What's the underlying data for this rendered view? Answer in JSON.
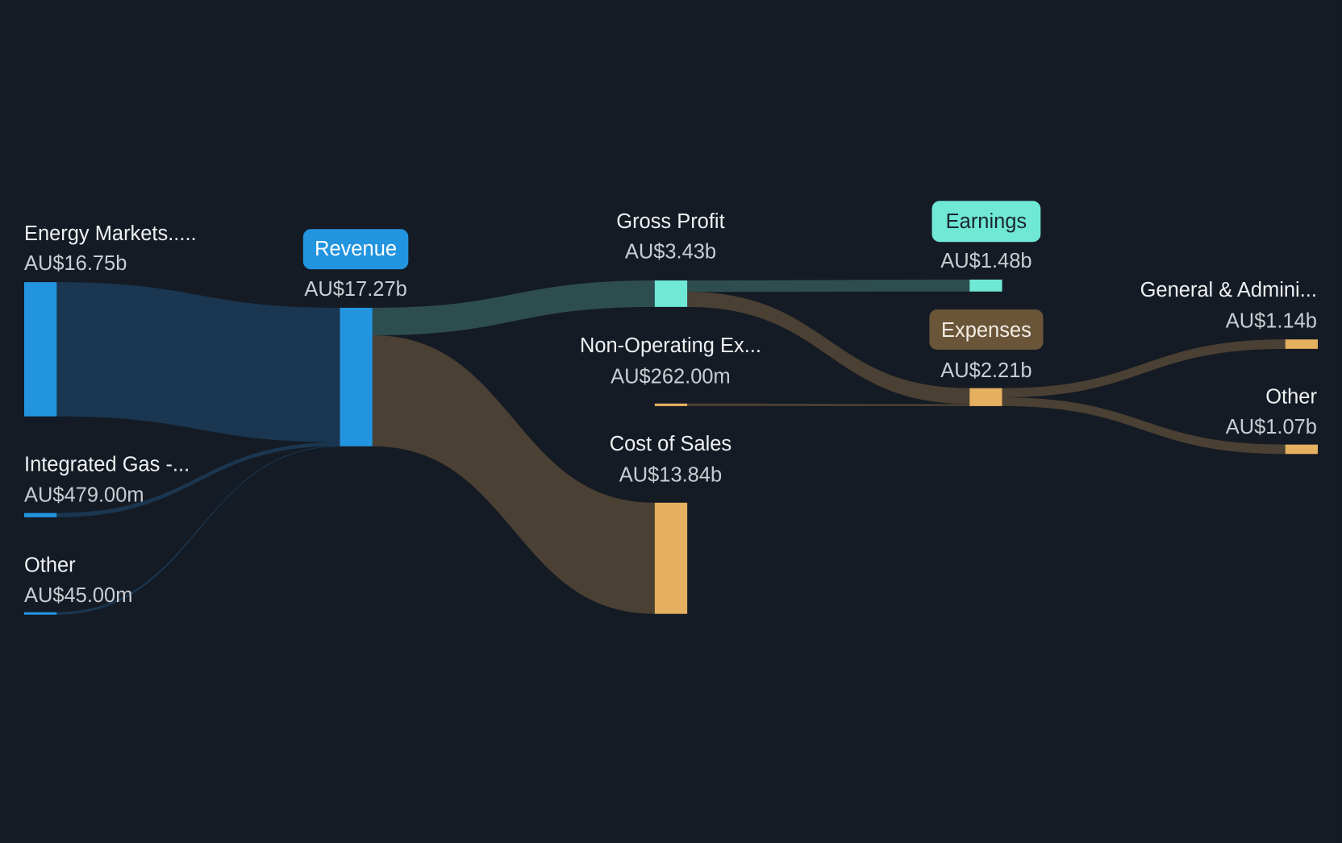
{
  "chart_data": {
    "type": "sankey",
    "currency": "AU$",
    "colors": {
      "background": "#151b24",
      "revenue_node": "#2394df",
      "revenue_link": "#1a3650",
      "profit_node": "#6fe8d6",
      "profit_link": "#2e4d4f",
      "cost_node": "#e5b05f",
      "cost_link": "#4a4033",
      "expenses_badge": "#6b5539"
    },
    "nodes": [
      {
        "id": "energy",
        "label": "Energy Markets.....",
        "value_text": "AU$16.75b",
        "value": 16.75
      },
      {
        "id": "gas",
        "label": "Integrated Gas -...",
        "value_text": "AU$479.00m",
        "value": 0.479
      },
      {
        "id": "other_in",
        "label": "Other",
        "value_text": "AU$45.00m",
        "value": 0.045
      },
      {
        "id": "revenue",
        "label": "Revenue",
        "value_text": "AU$17.27b",
        "value": 17.27
      },
      {
        "id": "gross",
        "label": "Gross Profit",
        "value_text": "AU$3.43b",
        "value": 3.43
      },
      {
        "id": "nonop",
        "label": "Non-Operating Ex...",
        "value_text": "AU$262.00m",
        "value": 0.262
      },
      {
        "id": "cos",
        "label": "Cost of Sales",
        "value_text": "AU$13.84b",
        "value": 13.84
      },
      {
        "id": "earnings",
        "label": "Earnings",
        "value_text": "AU$1.48b",
        "value": 1.48
      },
      {
        "id": "expenses",
        "label": "Expenses",
        "value_text": "AU$2.21b",
        "value": 2.21
      },
      {
        "id": "ga",
        "label": "General & Admini...",
        "value_text": "AU$1.14b",
        "value": 1.14
      },
      {
        "id": "other_out",
        "label": "Other",
        "value_text": "AU$1.07b",
        "value": 1.07
      }
    ],
    "links": [
      {
        "source": "energy",
        "target": "revenue",
        "value": 16.75
      },
      {
        "source": "gas",
        "target": "revenue",
        "value": 0.479
      },
      {
        "source": "other_in",
        "target": "revenue",
        "value": 0.045
      },
      {
        "source": "revenue",
        "target": "gross",
        "value": 3.43
      },
      {
        "source": "revenue",
        "target": "cos",
        "value": 13.84
      },
      {
        "source": "gross",
        "target": "earnings",
        "value": 1.48
      },
      {
        "source": "gross",
        "target": "expenses",
        "value": 1.95
      },
      {
        "source": "nonop",
        "target": "expenses",
        "value": 0.262
      },
      {
        "source": "expenses",
        "target": "ga",
        "value": 1.14
      },
      {
        "source": "expenses",
        "target": "other_out",
        "value": 1.07
      }
    ]
  }
}
